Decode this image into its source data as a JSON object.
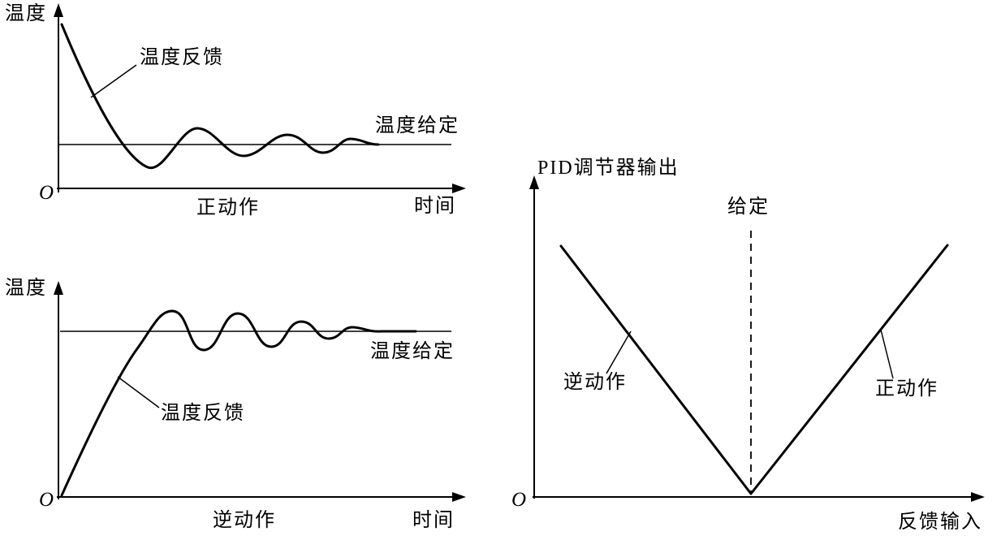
{
  "figure": {
    "background": "#ffffff",
    "stroke_color": "#000000",
    "description_labels": {
      "temperature": "温度",
      "time": "时间",
      "temperature_feedback": "温度反馈",
      "temperature_setpoint": "温度给定",
      "direct_action": "正动作",
      "reverse_action": "逆动作",
      "pid_output": "PID调节器输出",
      "setpoint": "给定",
      "feedback_input": "反馈输入",
      "origin": "O"
    }
  },
  "charts": [
    {
      "id": "direct-action-time-response",
      "y_axis_label": "温度",
      "x_axis_label": "时间",
      "origin_label": "O",
      "curve_label": "温度反馈",
      "setpoint_label": "温度给定",
      "caption": "正动作",
      "curve_type": "damped oscillation starting above setpoint, settling onto setpoint line"
    },
    {
      "id": "reverse-action-time-response",
      "y_axis_label": "温度",
      "x_axis_label": "时间",
      "origin_label": "O",
      "curve_label": "温度反馈",
      "setpoint_label": "温度给定",
      "caption": "逆动作",
      "curve_type": "rise from origin with damped oscillation settling onto setpoint line"
    },
    {
      "id": "pid-output-vs-feedback-input",
      "y_axis_label": "PID调节器输出",
      "x_axis_label": "反馈输入",
      "origin_label": "O",
      "setpoint_label": "给定",
      "left_branch_label": "逆动作",
      "right_branch_label": "正动作",
      "curve_type": "V-shape: output decreases to zero at setpoint (reverse action) then increases (direct action); dashed vertical line at setpoint"
    }
  ]
}
